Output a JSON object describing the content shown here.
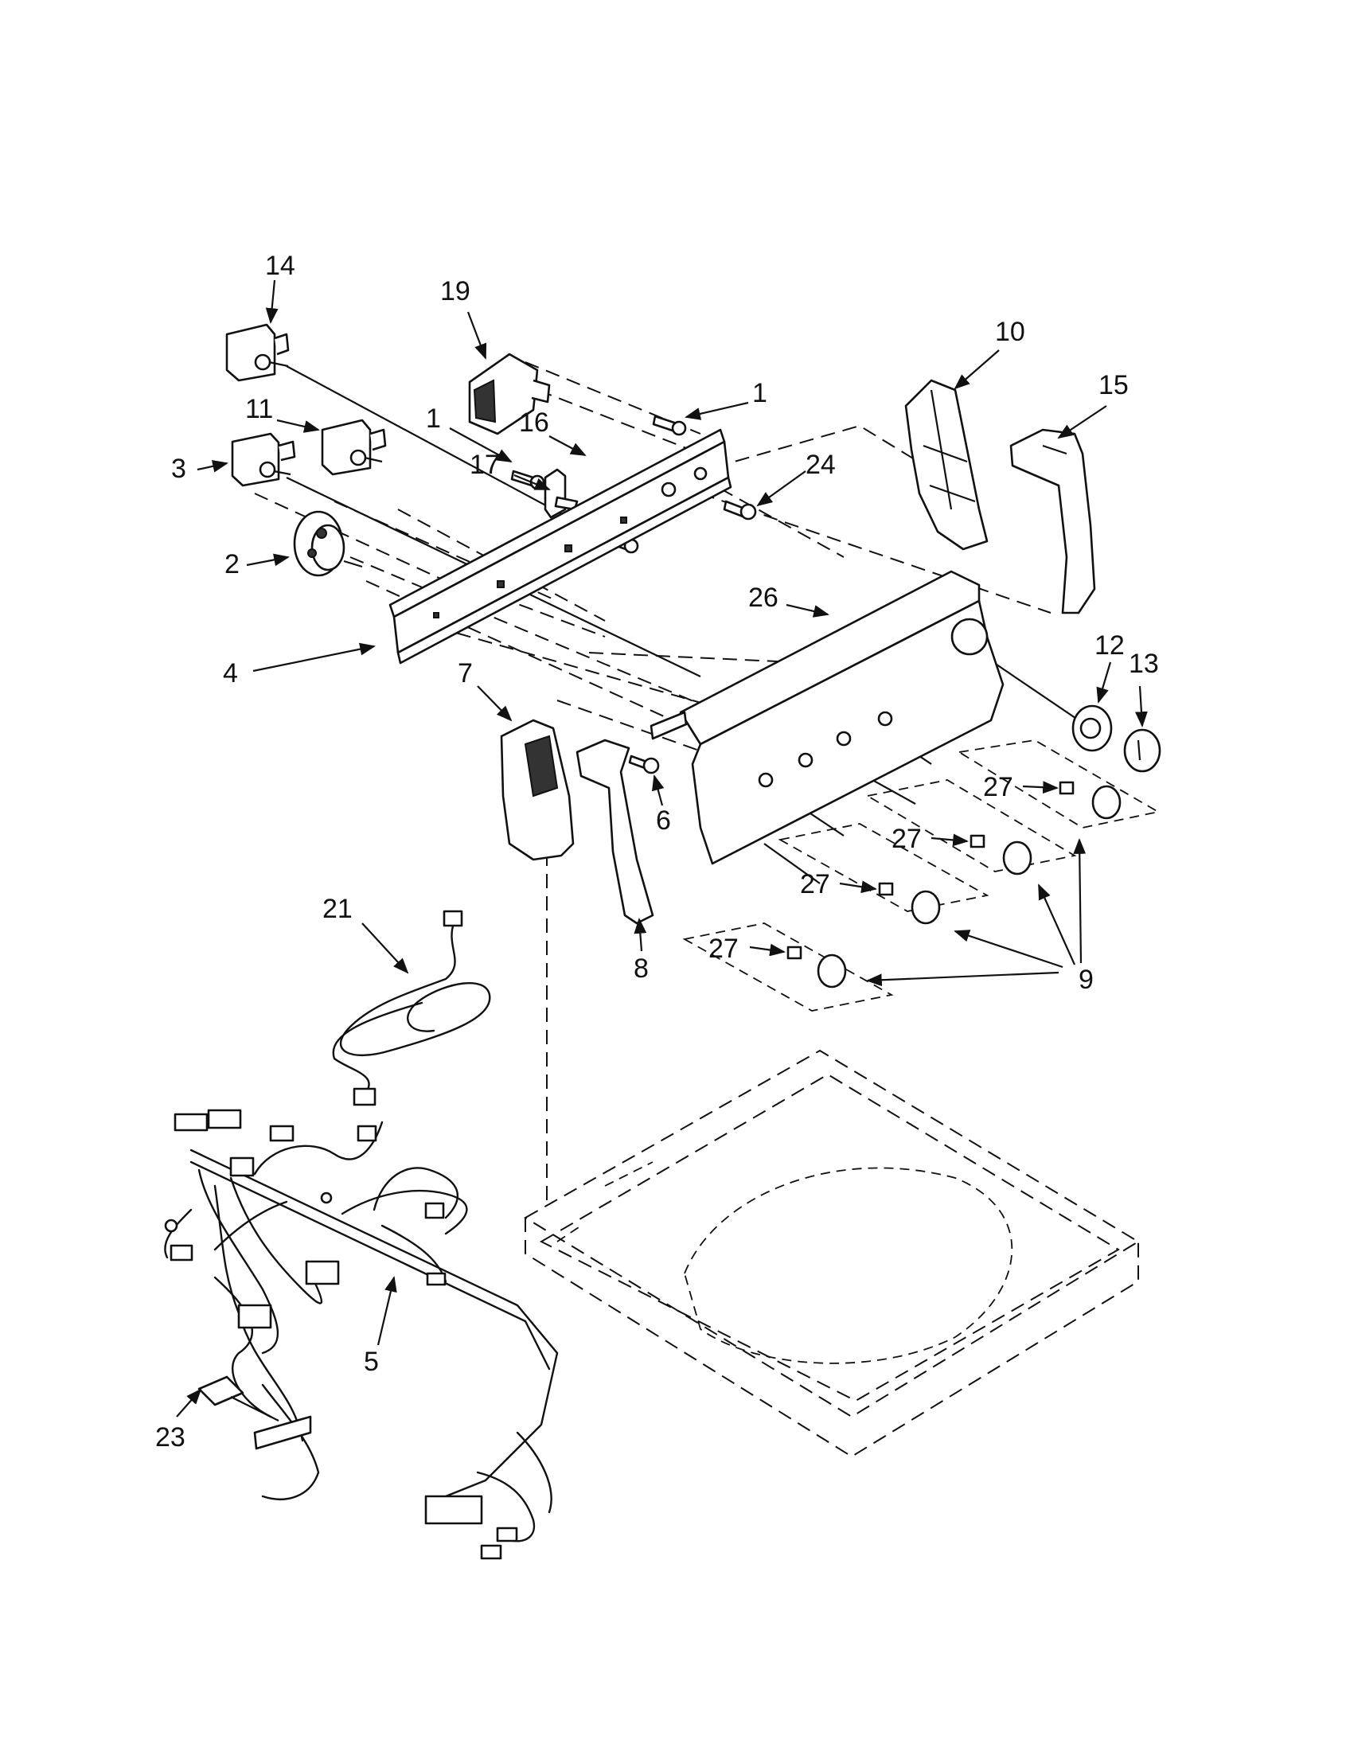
{
  "callouts": [
    {
      "id": "c14",
      "label": "14"
    },
    {
      "id": "c19",
      "label": "19"
    },
    {
      "id": "c10",
      "label": "10"
    },
    {
      "id": "c15",
      "label": "15"
    },
    {
      "id": "c1a",
      "label": "1"
    },
    {
      "id": "c1b",
      "label": "1"
    },
    {
      "id": "c11",
      "label": "11"
    },
    {
      "id": "c16",
      "label": "16"
    },
    {
      "id": "c3",
      "label": "3"
    },
    {
      "id": "c17",
      "label": "17"
    },
    {
      "id": "c24",
      "label": "24"
    },
    {
      "id": "c2",
      "label": "2"
    },
    {
      "id": "c26",
      "label": "26"
    },
    {
      "id": "c4",
      "label": "4"
    },
    {
      "id": "c7",
      "label": "7"
    },
    {
      "id": "c12",
      "label": "12"
    },
    {
      "id": "c13",
      "label": "13"
    },
    {
      "id": "c6",
      "label": "6"
    },
    {
      "id": "c27a",
      "label": "27"
    },
    {
      "id": "c27b",
      "label": "27"
    },
    {
      "id": "c27c",
      "label": "27"
    },
    {
      "id": "c27d",
      "label": "27"
    },
    {
      "id": "c8",
      "label": "8"
    },
    {
      "id": "c9",
      "label": "9"
    },
    {
      "id": "c21",
      "label": "21"
    },
    {
      "id": "c5",
      "label": "5"
    },
    {
      "id": "c23",
      "label": "23"
    }
  ]
}
